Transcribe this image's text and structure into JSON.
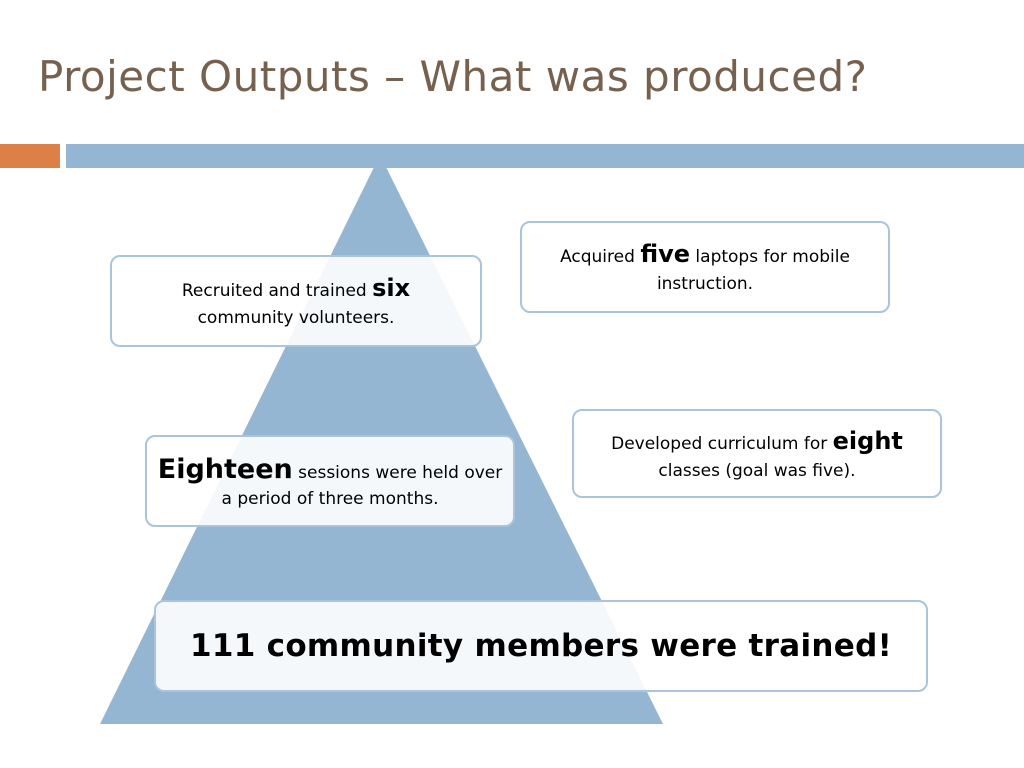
{
  "slide": {
    "title": "Project Outputs – What was produced?"
  },
  "colors": {
    "title": "#76604e",
    "accent_orange": "#dd8047",
    "accent_blue": "#94b6d2",
    "pyramid_fill": "#94b6d2",
    "box_border": "#a9c4dc"
  },
  "outputs": {
    "volunteers": {
      "before": "Recruited and trained ",
      "highlight": "six",
      "after": " community volunteers."
    },
    "laptops": {
      "before": "Acquired ",
      "highlight": "five",
      "after": " laptops for mobile instruction."
    },
    "sessions": {
      "highlight": "Eighteen",
      "after": " sessions were held over a period of three months."
    },
    "curriculum": {
      "before": "Developed curriculum for ",
      "highlight": "eight",
      "after": " classes (goal was five)."
    },
    "trained": {
      "text": "111 community members were trained!"
    }
  }
}
